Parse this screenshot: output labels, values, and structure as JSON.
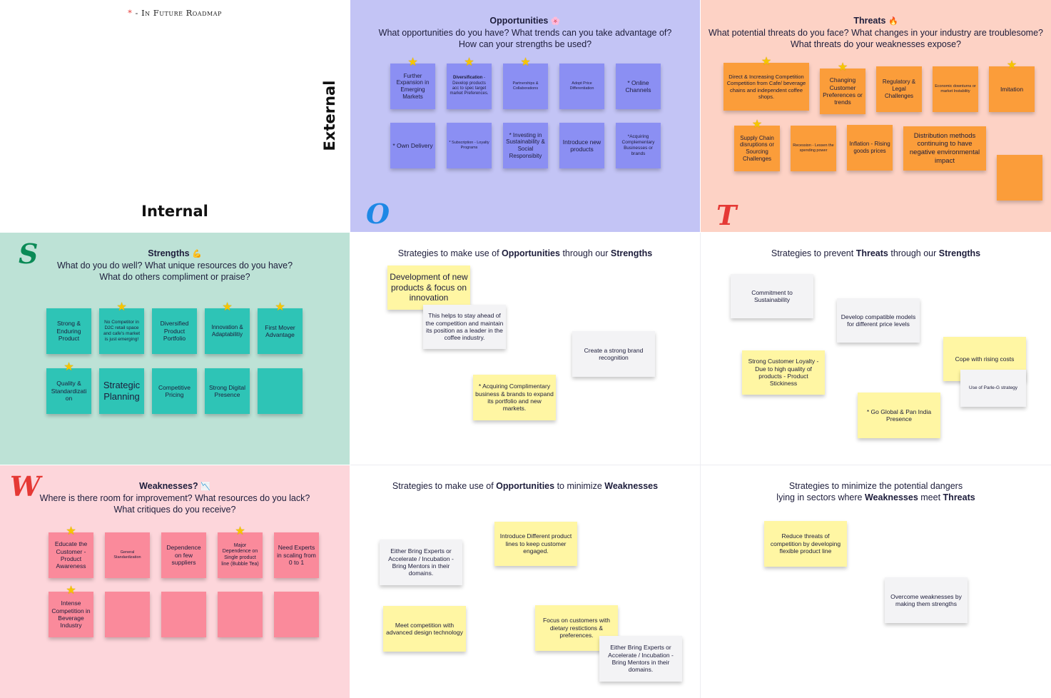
{
  "roadmap_note": {
    "marker": "*",
    "text": "- In Future Roadmap"
  },
  "axis": {
    "external": "External",
    "internal": "Internal"
  },
  "colors": {
    "opportunities_bg": "#c3c4f5",
    "threats_bg": "#fdd2c5",
    "strengths_bg": "#bde2d6",
    "weaknesses_bg": "#fdd6db",
    "opportunity_note": "#8b8ff3",
    "threat_note": "#fb9d3a",
    "strength_note": "#2ec4b6",
    "weakness_note": "#fa8a9b",
    "strategy_note": "#fff6a3",
    "strategy_note_grey": "#f3f3f5",
    "star": "#f7c600"
  },
  "opportunities": {
    "letter": "O",
    "title": "Opportunities",
    "emoji": "🌸",
    "q1": "What opportunities do you have? What trends can you take advantage of?",
    "q2": "How can your strengths be used?",
    "notes": [
      {
        "text": "Further Expansion in Emerging Markets",
        "star": true
      },
      {
        "bold": "Diversification",
        "text": " - Develop products acc to spec target market Preferences.",
        "star": true
      },
      {
        "text": "Partnerships & Collaborations",
        "star": true
      },
      {
        "text": "Adopt Price Differentiation",
        "star": false
      },
      {
        "text": "* Online Channels",
        "star": false
      },
      {
        "text": "* Own Delivery",
        "star": false
      },
      {
        "text": "* Subscription - Loyalty Programs",
        "star": false
      },
      {
        "text": "* Investing in Sustainability & Social Responsibity",
        "star": false
      },
      {
        "text": "Introduce new products",
        "star": false
      },
      {
        "text": "*Acquiring Complementary Businesses or brands",
        "star": false
      }
    ]
  },
  "threats": {
    "letter": "T",
    "title": "Threats",
    "emoji": "🔥",
    "q1": "What potential threats do you face? What changes in your industry are troublesome?",
    "q2": "What threats do your weaknesses expose?",
    "notes": [
      {
        "text": "Direct & Increasing Competition Competition from Cafe/ beverage chains and independent coffee shops.",
        "star": true
      },
      {
        "text": "Changing Customer Preferences or trends",
        "star": true
      },
      {
        "text": "Regulatory & Legal Challenges",
        "star": false
      },
      {
        "text": "Economic downturns or market Instability",
        "star": false
      },
      {
        "text": "Imitation",
        "star": true
      },
      {
        "text": "Supply Chain disruptions or Sourcing Challenges",
        "star": true
      },
      {
        "text": "Recession - Lessen the spending power",
        "star": false
      },
      {
        "text": "Inflation - Rising goods prices",
        "star": false
      },
      {
        "text": "Distribution methods continuing to have negative environmental impact",
        "star": false
      },
      {
        "text": "",
        "star": false
      }
    ]
  },
  "strengths": {
    "letter": "S",
    "title": "Strengths",
    "emoji": "💪",
    "q1": "What do you do well? What unique resources do you have?",
    "q2": "What do others compliment or praise?",
    "notes": [
      {
        "text": "Strong & Enduring Product",
        "star": false
      },
      {
        "text": "No Competitor in D2C retail space and cafe's market is just emerging!",
        "star": true
      },
      {
        "text": "Diversified Product Portfolio",
        "star": false
      },
      {
        "text": "Innovation & Adaptabilitiy",
        "star": true
      },
      {
        "text": "First Mover Advantage",
        "star": true
      },
      {
        "text": "Quality & Standardizati on",
        "star": true
      },
      {
        "text": "Strategic Planning",
        "star": false
      },
      {
        "text": "Competitive Pricing",
        "star": false
      },
      {
        "text": "Strong Digital Presence",
        "star": false
      },
      {
        "text": "",
        "star": false
      }
    ]
  },
  "weaknesses": {
    "letter": "W",
    "title": "Weaknesses?",
    "emoji": "📉",
    "q1": "Where is there room for improvement? What resources do you lack?",
    "q2": "What critiques do you receive?",
    "notes": [
      {
        "text": "Educate the Customer - Product Awareness",
        "star": true
      },
      {
        "text": "General Standardization",
        "star": false
      },
      {
        "text": "Dependence on few suppliers",
        "star": false
      },
      {
        "text": "Major Dependence on Single product line (Bubble Tea)",
        "star": true
      },
      {
        "text": "Need Experts in scaling from 0 to 1",
        "star": false
      },
      {
        "text": "Intense Competition in Beverage Industry",
        "star": true
      },
      {
        "text": "",
        "star": false
      },
      {
        "text": "",
        "star": false
      },
      {
        "text": "",
        "star": false
      },
      {
        "text": "",
        "star": false
      }
    ]
  },
  "so": {
    "t1": "Strategies to make use of ",
    "b1": "Opportunities",
    "t2": " through our ",
    "b2": "Strengths",
    "notes": [
      "Development of new products & focus on innovation",
      "This helps to stay ahead of the competition and maintain its position as a leader in the coffee industry.",
      "Create a strong brand recognition",
      "* Acquiring Complimentary business & brands to expand its portfolio and new markets."
    ]
  },
  "st": {
    "t1": "Strategies to prevent ",
    "b1": "Threats",
    "t2": " through our ",
    "b2": "Strengths",
    "notes": [
      "Commitment to Sustainability",
      "Develop compatible models for different price levels",
      "Strong Customer Loyalty - Due to high quality of products - Product Stickiness",
      "Cope with rising costs",
      "Use of Parle-G strategy",
      "* Go Global & Pan India Presence"
    ]
  },
  "ow": {
    "t1": "Strategies to make use of ",
    "b1": "Opportunities",
    "t2": " to minimize ",
    "b2": "Weaknesses",
    "notes": [
      "Introduce Different product lines to keep customer engaged.",
      "Either Bring Experts or Accelerate / Incubation - Bring Mentors in their domains.",
      "Meet competition with advanced design technology",
      "Focus on customers with dietary restictions & preferences.",
      "Either Bring Experts or Accelerate / Incubation - Bring Mentors in their domains."
    ]
  },
  "wt": {
    "line1": "Strategies to minimize the potential dangers",
    "t1": "lying in sectors where ",
    "b1": "Weaknesses",
    "t2": " meet ",
    "b2": "Threats",
    "notes": [
      "Reduce threats of competition by developing flexible  product line",
      "Overcome weaknesses by making them strengths"
    ]
  }
}
